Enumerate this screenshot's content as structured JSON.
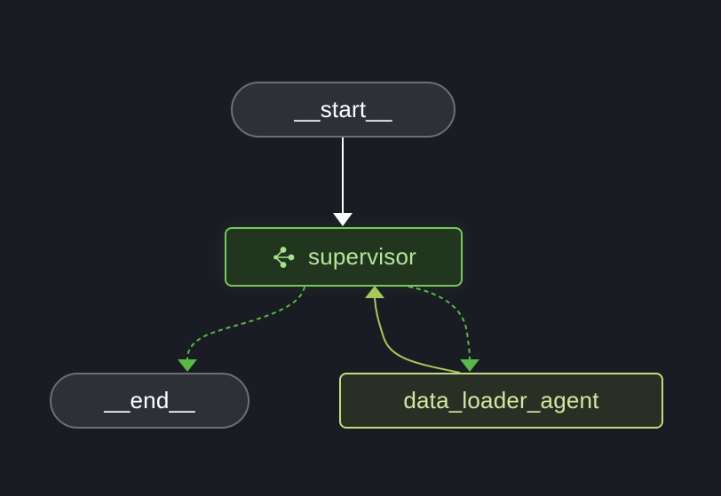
{
  "graph": {
    "nodes": [
      {
        "id": "start",
        "label": "__start__"
      },
      {
        "id": "supervisor",
        "label": "supervisor",
        "icon": "agent-network-icon"
      },
      {
        "id": "end",
        "label": "__end__"
      },
      {
        "id": "data_loader_agent",
        "label": "data_loader_agent"
      }
    ],
    "edges": [
      {
        "from": "start",
        "to": "supervisor",
        "style": "solid"
      },
      {
        "from": "supervisor",
        "to": "end",
        "style": "dashed"
      },
      {
        "from": "supervisor",
        "to": "data_loader_agent",
        "style": "dashed"
      },
      {
        "from": "data_loader_agent",
        "to": "supervisor",
        "style": "solid"
      }
    ]
  },
  "colors": {
    "background": "#1a1c23",
    "node_fill": "#2e3038",
    "node_border": "#6c6f78",
    "supervisor_border": "#77c75e",
    "supervisor_text": "#b6e59a",
    "agent_border": "#bfdc80",
    "agent_text": "#cfe8a1",
    "edge_plain": "#ffffff",
    "edge_dashed": "#5ab848",
    "edge_return": "#a9c95a"
  }
}
